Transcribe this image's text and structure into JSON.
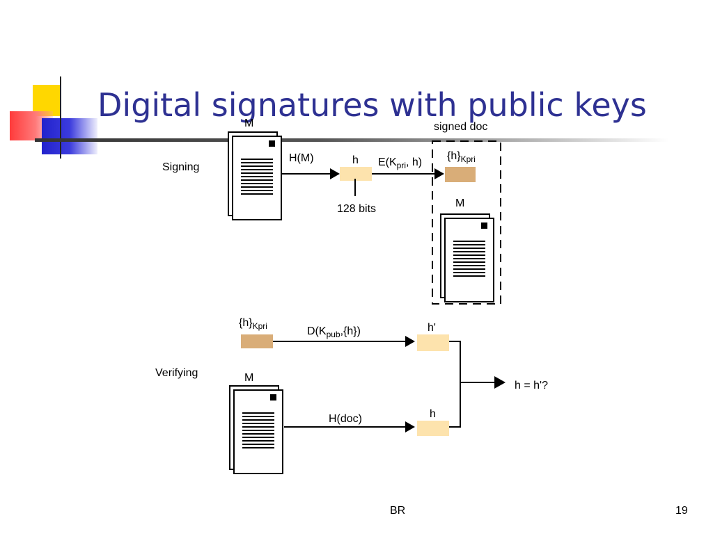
{
  "slide": {
    "title": "Digital signatures with public keys",
    "footer_left": "BR",
    "page_number": "19"
  },
  "diagram": {
    "signing": {
      "label": "Signing",
      "doc_label": "M",
      "hash_fn": "H(M)",
      "hash_label": "h",
      "hash_size": "128 bits",
      "encrypt_fn": "E(K",
      "encrypt_sub": "pri",
      "encrypt_tail": ", h)",
      "signed_doc_label": "signed doc",
      "sig_label": "{h}",
      "sig_sub": "Kpri",
      "signed_m_label": "M"
    },
    "verifying": {
      "label": "Verifying",
      "sig_label": "{h}",
      "sig_sub": "Kpri",
      "decrypt_fn": "D(K",
      "decrypt_sub": "pub",
      "decrypt_tail": ",{h})",
      "decrypted_hash_label": "h'",
      "doc_label": "M",
      "hash_fn": "H(doc)",
      "hash_label": "h",
      "compare_label": "h = h'?"
    },
    "colors": {
      "hash_box": "#fde3ad",
      "sig_box": "#d9ad78",
      "title": "#2e3192"
    }
  }
}
